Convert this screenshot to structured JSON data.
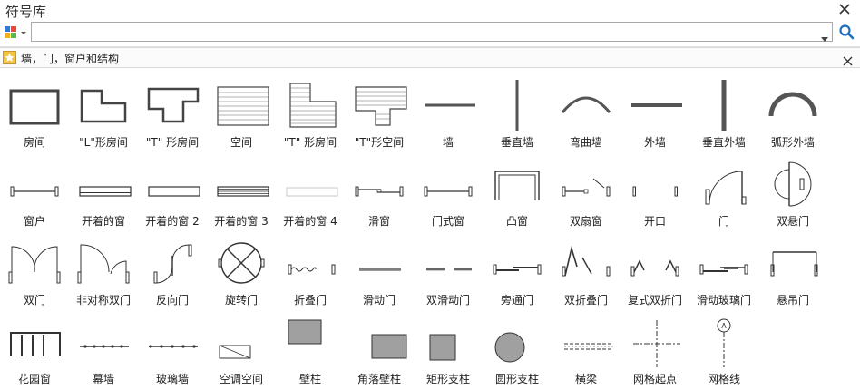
{
  "window": {
    "title": "符号库"
  },
  "search": {
    "value": "",
    "placeholder": ""
  },
  "stencil": {
    "label": "墙，门，窗户和结构"
  },
  "colors": {
    "accent": "#1f6fbf",
    "stroke": "#333333",
    "fill_gray": "#a0a0a0"
  },
  "shapes": [
    {
      "label": "房间",
      "icon": "room-icon"
    },
    {
      "label": "\"L\"形房间",
      "icon": "l-room-icon"
    },
    {
      "label": "\"T\" 形房间",
      "icon": "t-room-icon"
    },
    {
      "label": "空间",
      "icon": "space-icon"
    },
    {
      "label": "\"T\" 形房间",
      "icon": "t-space-icon"
    },
    {
      "label": "\"T\"形空间",
      "icon": "t-space2-icon"
    },
    {
      "label": "墙",
      "icon": "wall-icon"
    },
    {
      "label": "垂直墙",
      "icon": "vertical-wall-icon"
    },
    {
      "label": "弯曲墙",
      "icon": "curved-wall-icon"
    },
    {
      "label": "外墙",
      "icon": "exterior-wall-icon"
    },
    {
      "label": "垂直外墙",
      "icon": "vertical-exterior-wall-icon"
    },
    {
      "label": "弧形外墙",
      "icon": "arc-exterior-wall-icon"
    },
    {
      "label": "窗户",
      "icon": "window-icon"
    },
    {
      "label": "开着的窗",
      "icon": "open-window-icon"
    },
    {
      "label": "开着的窗 2",
      "icon": "open-window-2-icon"
    },
    {
      "label": "开着的窗 3",
      "icon": "open-window-3-icon"
    },
    {
      "label": "开着的窗 4",
      "icon": "open-window-4-icon"
    },
    {
      "label": "滑窗",
      "icon": "sliding-window-icon"
    },
    {
      "label": "门式窗",
      "icon": "door-window-icon"
    },
    {
      "label": "凸窗",
      "icon": "bay-window-icon"
    },
    {
      "label": "双扇窗",
      "icon": "double-casement-window-icon"
    },
    {
      "label": "开口",
      "icon": "opening-icon"
    },
    {
      "label": "门",
      "icon": "door-icon"
    },
    {
      "label": "双悬门",
      "icon": "double-hung-door-icon"
    },
    {
      "label": "双门",
      "icon": "double-door-icon"
    },
    {
      "label": "非对称双门",
      "icon": "asymmetric-double-door-icon"
    },
    {
      "label": "反向门",
      "icon": "reverse-door-icon"
    },
    {
      "label": "旋转门",
      "icon": "revolving-door-icon"
    },
    {
      "label": "折叠门",
      "icon": "folding-door-icon"
    },
    {
      "label": "滑动门",
      "icon": "sliding-door-icon"
    },
    {
      "label": "双滑动门",
      "icon": "double-sliding-door-icon"
    },
    {
      "label": "旁通门",
      "icon": "bypass-door-icon"
    },
    {
      "label": "双折叠门",
      "icon": "bifold-door-icon"
    },
    {
      "label": "复式双折门",
      "icon": "double-bifold-door-icon"
    },
    {
      "label": "滑动玻璃门",
      "icon": "sliding-glass-door-icon"
    },
    {
      "label": "悬吊门",
      "icon": "hanging-door-icon"
    },
    {
      "label": "花园窗",
      "icon": "garden-window-icon"
    },
    {
      "label": "幕墙",
      "icon": "curtain-wall-icon"
    },
    {
      "label": "玻璃墙",
      "icon": "glass-wall-icon"
    },
    {
      "label": "空调空间",
      "icon": "ac-space-icon"
    },
    {
      "label": "壁柱",
      "icon": "pilaster-icon"
    },
    {
      "label": "角落壁柱",
      "icon": "corner-pilaster-icon"
    },
    {
      "label": "矩形支柱",
      "icon": "rect-column-icon"
    },
    {
      "label": "圆形支柱",
      "icon": "round-column-icon"
    },
    {
      "label": "横梁",
      "icon": "beam-icon"
    },
    {
      "label": "网格起点",
      "icon": "grid-origin-icon"
    },
    {
      "label": "网格线",
      "icon": "grid-line-icon"
    },
    {
      "grid_axis_label": "A"
    }
  ]
}
